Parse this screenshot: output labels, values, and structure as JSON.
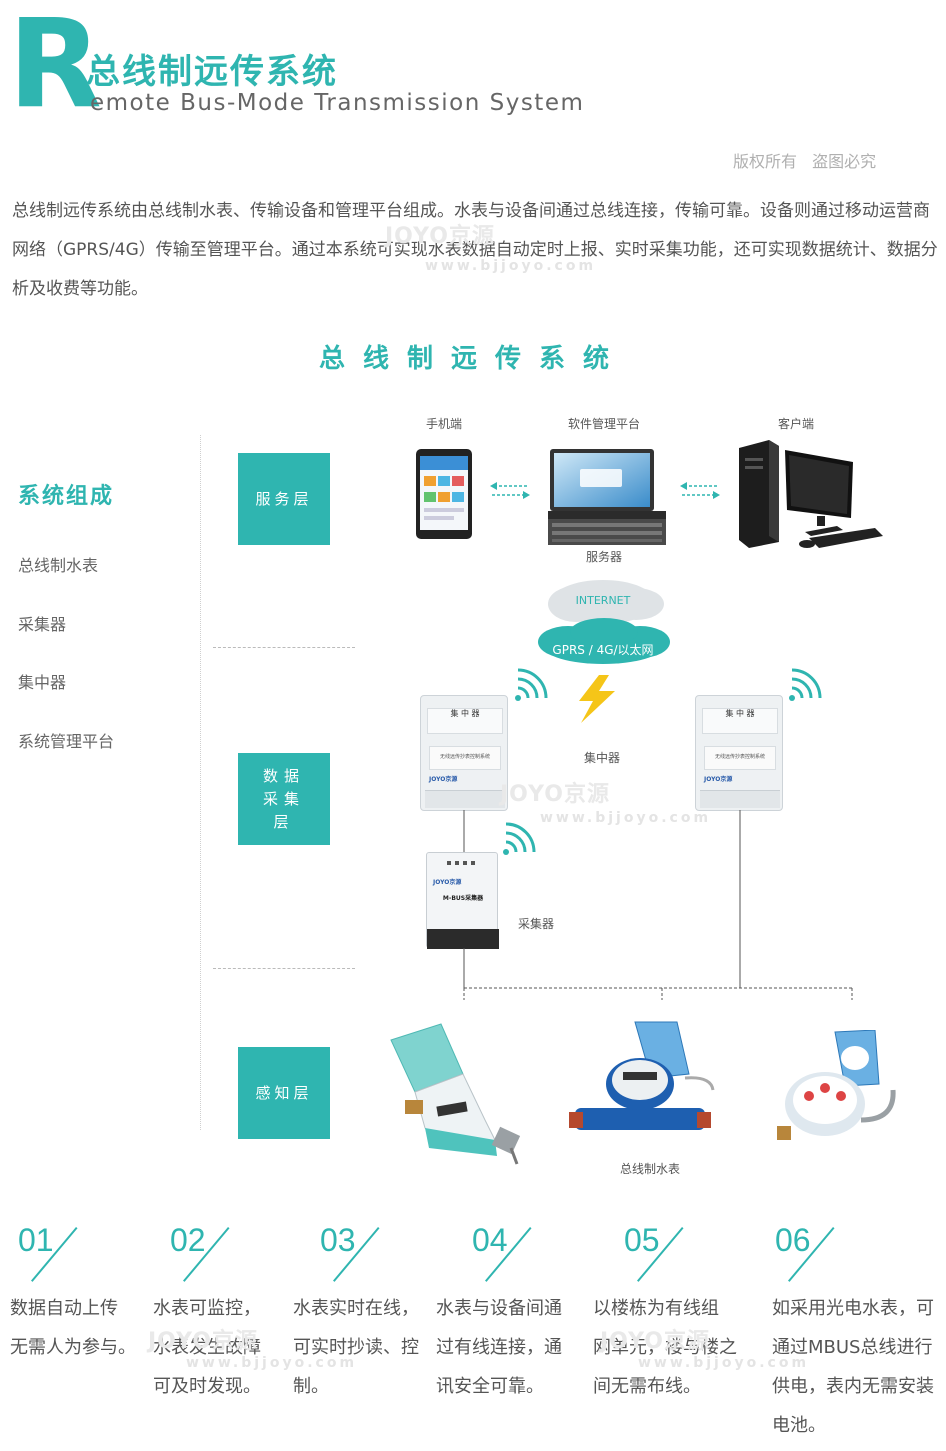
{
  "header": {
    "letter": "R",
    "title_cn": "总线制远传系统",
    "title_en": "emote Bus-Mode Transmission System",
    "copyright": "版权所有 盗图必究"
  },
  "intro": {
    "text": "总线制远传系统由总线制水表、传输设备和管理平台组成。水表与设备间通过总线连接，传输可靠。设备则通过移动运营商网络（GPRS/4G）传输至管理平台。通过本系统可实现水表数据自动定时上报、实时采集功能，还可实现数据统计、数据分析及收费等功能。"
  },
  "watermark": {
    "brand": "JOYO京源",
    "url": "www.bjjoyo.com"
  },
  "diagram": {
    "title": "总线制远传系统",
    "composition_title": "系统组成",
    "composition_items": [
      "总线制水表",
      "采集器",
      "集中器",
      "系统管理平台"
    ],
    "layers": {
      "service": "服务层",
      "data": "数据采集层",
      "sense": "感知层"
    },
    "labels": {
      "mobile": "手机端",
      "software": "软件管理平台",
      "client": "客户端",
      "server": "服务器",
      "internet": "INTERNET",
      "network": "GPRS / 4G/以太网",
      "concentrator": "集中器",
      "collector": "采集器",
      "meters": "总线制水表"
    },
    "device_text": {
      "concentrator_header": "集 中 器",
      "concentrator_desc": "无线远传抄表控制系统",
      "brand": "JOYO京源",
      "collector_name": "M-BUS采集器"
    }
  },
  "features": [
    {
      "num": "01",
      "lines": [
        "数据自动上传",
        "无需人为参与。"
      ]
    },
    {
      "num": "02",
      "lines": [
        "水表可监控，",
        "水表发生故障",
        "可及时发现。"
      ]
    },
    {
      "num": "03",
      "lines": [
        "水表实时在线，",
        "可实时抄读、控",
        "制。"
      ]
    },
    {
      "num": "04",
      "lines": [
        "水表与设备间通",
        "过有线连接，通",
        "讯安全可靠。"
      ]
    },
    {
      "num": "05",
      "lines": [
        "以楼栋为有线组",
        "网单元，楼与楼之",
        "间无需布线。"
      ]
    },
    {
      "num": "06",
      "lines": [
        "如采用光电水表，可",
        "通过MBUS总线进行",
        "供电，表内无需安装",
        "电池。"
      ]
    }
  ],
  "colors": {
    "accent": "#2fb5b0",
    "lightning": "#f5c518"
  }
}
